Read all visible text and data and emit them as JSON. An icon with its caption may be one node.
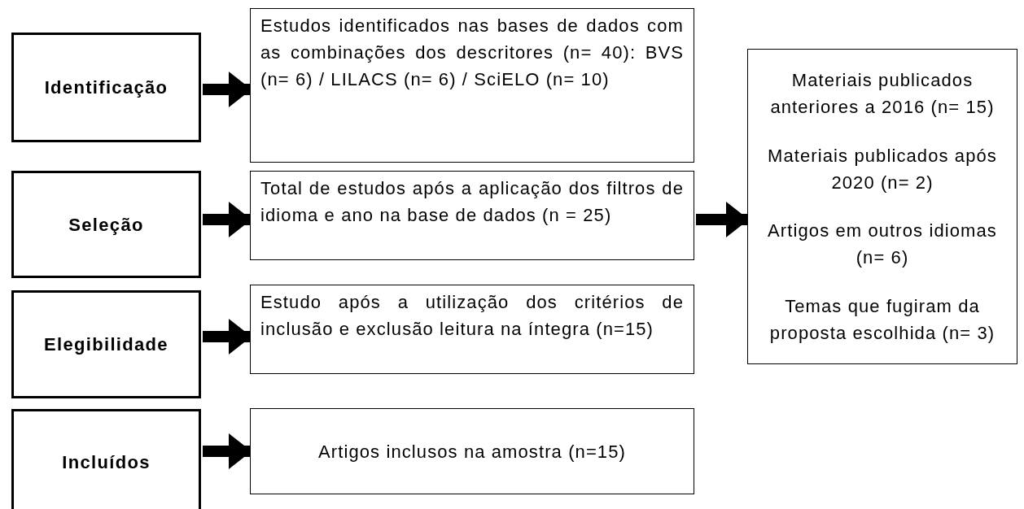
{
  "diagram": {
    "nodes": [
      {
        "text": [
          "Identificação"
        ]
      },
      {
        "text": [
          "Estudos identificados nas bases de dados com as combinações dos descritores (n= 40): BVS (n= 6) / LILACS (n= 6) / SciELO (n= 10)"
        ]
      },
      {
        "text": [
          "Seleção"
        ]
      },
      {
        "text": [
          "Total de estudos após a aplicação dos filtros de idioma e ano na base de dados (n = 25)"
        ]
      },
      {
        "text": [
          "Elegibilidade"
        ]
      },
      {
        "text": [
          "Estudo após a utilização dos critérios de inclusão e exclusão leitura na íntegra (n=15)"
        ]
      },
      {
        "text": [
          "Incluídos"
        ]
      },
      {
        "text": [
          "Artigos inclusos na amostra (n=15)"
        ]
      },
      {
        "text": [
          "Materiais publicados anteriores a 2016 (n= 15)",
          "Materiais publicados após 2020 (n= 2)",
          "Artigos em outros idiomas (n= 6)",
          "Temas que fugiram da proposta escolhida (n= 3)"
        ]
      }
    ],
    "edges": [
      {
        "from": 0,
        "to": 1,
        "arrow": "to"
      },
      {
        "from": 2,
        "to": 3,
        "arrow": "to"
      },
      {
        "from": 4,
        "to": 5,
        "arrow": "to"
      },
      {
        "from": 6,
        "to": 7,
        "arrow": "to"
      },
      {
        "from": 3,
        "to": 8,
        "arrow": "to"
      }
    ]
  }
}
